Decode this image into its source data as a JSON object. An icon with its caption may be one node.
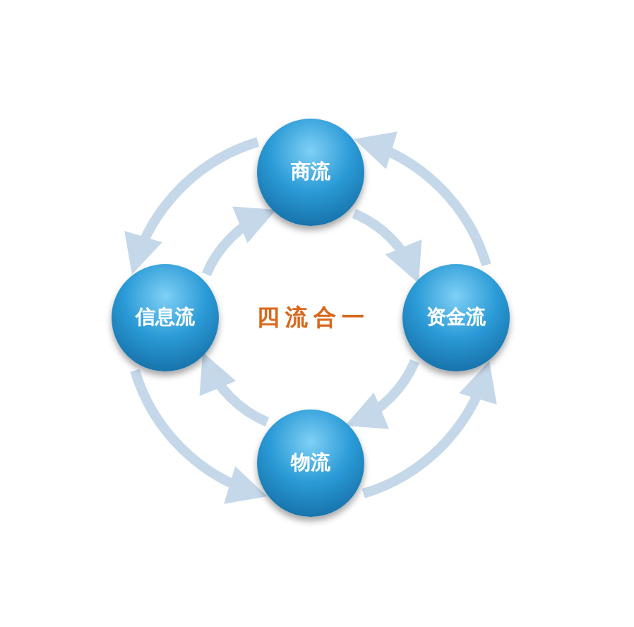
{
  "diagram": {
    "nodes": [
      {
        "text": [
          "商流"
        ]
      },
      {
        "text": [
          "资金流"
        ]
      },
      {
        "text": [
          "物流"
        ]
      },
      {
        "text": [
          "信息流"
        ]
      }
    ],
    "edges": [
      {
        "from": 0,
        "to": 1,
        "arrow": "to"
      },
      {
        "from": 1,
        "to": 0,
        "arrow": "to"
      },
      {
        "from": 0,
        "to": 3,
        "arrow": "to"
      },
      {
        "from": 3,
        "to": 0,
        "arrow": "to"
      },
      {
        "from": 3,
        "to": 2,
        "arrow": "to"
      },
      {
        "from": 2,
        "to": 3,
        "arrow": "to"
      },
      {
        "from": 1,
        "to": 2,
        "arrow": "to"
      },
      {
        "from": 2,
        "to": 1,
        "arrow": "to"
      }
    ],
    "labels": [
      "四流合一"
    ]
  }
}
